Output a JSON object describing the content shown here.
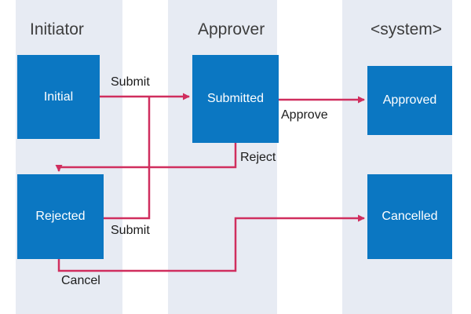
{
  "lanes": [
    {
      "title": "Initiator"
    },
    {
      "title": "Approver"
    },
    {
      "title": "<system>"
    }
  ],
  "nodes": {
    "initial": {
      "label": "Initial"
    },
    "submitted": {
      "label": "Submitted"
    },
    "approved": {
      "label": "Approved"
    },
    "rejected": {
      "label": "Rejected"
    },
    "cancelled": {
      "label": "Cancelled"
    }
  },
  "edges": {
    "submit_initial": {
      "label": "Submit"
    },
    "approve": {
      "label": "Approve"
    },
    "reject": {
      "label": "Reject"
    },
    "submit_rejected": {
      "label": "Submit"
    },
    "cancel": {
      "label": "Cancel"
    }
  },
  "colors": {
    "node_fill": "#0b77c2",
    "edge": "#d02e5e",
    "lane_band": "#e7ebf3",
    "title_text": "#3d3d3d"
  }
}
